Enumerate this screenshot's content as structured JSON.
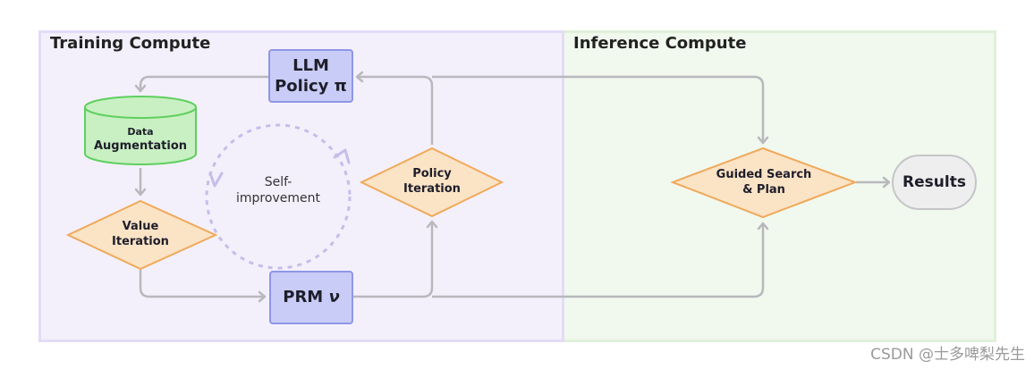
{
  "panels": {
    "training_title": "Training Compute",
    "inference_title": "Inference Compute"
  },
  "nodes": {
    "llm_policy_line1": "LLM",
    "llm_policy_line2": "Policy π",
    "data_aug_line1": "Data",
    "data_aug_line2": "Augmentation",
    "value_iter_line1": "Value",
    "value_iter_line2": "Iteration",
    "prm_label": "PRM ",
    "prm_symbol": "ν",
    "policy_iter_line1": "Policy",
    "policy_iter_line2": "Iteration",
    "self_improve_line1": "Self-",
    "self_improve_line2": "improvement",
    "guided_line1": "Guided Search",
    "guided_line2": "& Plan",
    "results": "Results"
  },
  "watermark": "CSDN @士多啤梨先生",
  "colors": {
    "rect_fill": "#c9ccf6",
    "rect_stroke": "#8f96e6",
    "diamond_fill": "#fbe3c6",
    "diamond_stroke": "#f0a95a",
    "cylinder_fill": "#c8f0c2",
    "cylinder_stroke": "#5fcf5f",
    "arrow": "#b8b8bd",
    "dashed_circle": "#c5bde9"
  }
}
